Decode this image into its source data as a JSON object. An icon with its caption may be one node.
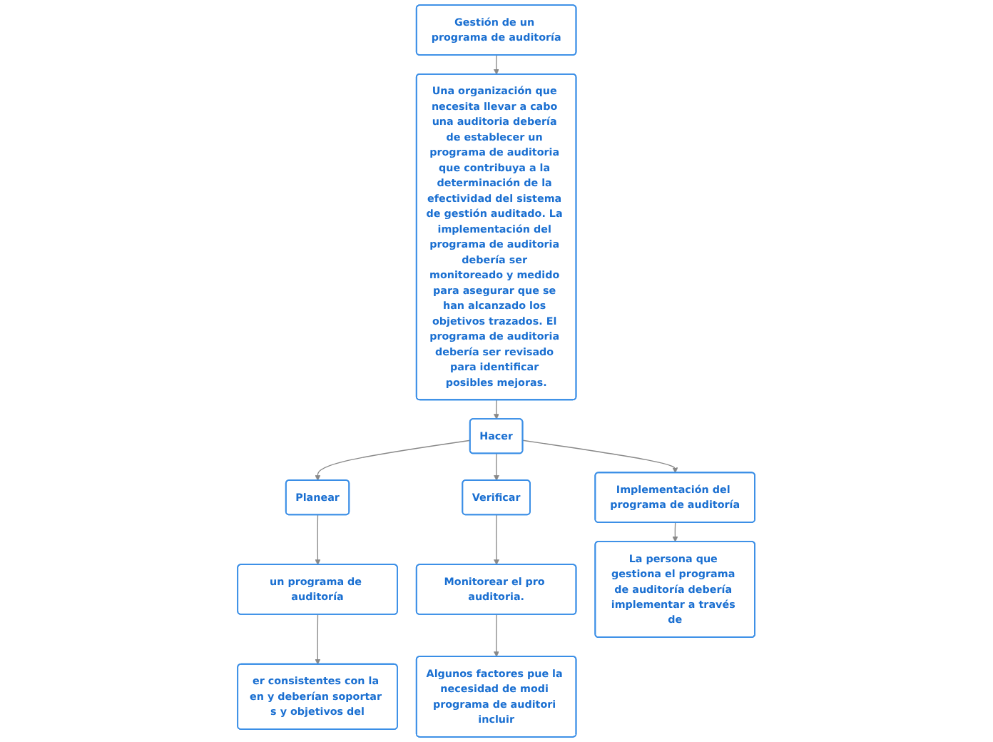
{
  "diagram": {
    "nodes": [
      {
        "text": [
          "Gestión de un programa de auditoría"
        ]
      },
      {
        "text": [
          "Una organización que necesita llevar a cabo una auditoria debería de establecer un programa de auditoria que contribuya a la determinación de la efectividad del sistema de gestión auditado. La implementación del programa de auditoria debería ser monitoreado y medido para asegurar que se han alcanzado los objetivos trazados. El programa de auditoria debería ser revisado para identificar posibles mejoras."
        ]
      },
      {
        "text": [
          "Planear"
        ]
      },
      {
        "text": [
          "Hacer"
        ]
      },
      {
        "text": [
          "Verificar"
        ]
      },
      {
        "text": [
          "un programa de auditoría"
        ]
      },
      {
        "text": [
          "Implementación del programa de auditoría"
        ]
      },
      {
        "text": [
          "Monitorear el pro auditoria."
        ]
      },
      {
        "text": [
          "er consistentes con la en y deberían soportar s y objetivos del"
        ]
      },
      {
        "text": [
          "La persona que gestiona el programa de auditoría debería implementar a través de"
        ]
      },
      {
        "text": [
          "Algunos factores pue la necesidad de modi programa de auditori incluir"
        ]
      }
    ],
    "edges": [
      {
        "from": 0,
        "to": 1,
        "arrow": "to"
      },
      {
        "from": 1,
        "to": 3,
        "arrow": "to"
      },
      {
        "from": 3,
        "to": 2,
        "arrow": "to"
      },
      {
        "from": 3,
        "to": 4,
        "arrow": "to"
      },
      {
        "from": 2,
        "to": 5,
        "arrow": "to"
      },
      {
        "from": 5,
        "to": 8,
        "arrow": "to"
      },
      {
        "from": 3,
        "to": 6,
        "arrow": "to"
      },
      {
        "from": 6,
        "to": 9,
        "arrow": "to"
      },
      {
        "from": 4,
        "to": 7,
        "arrow": "to"
      },
      {
        "from": 7,
        "to": 10,
        "arrow": "to"
      }
    ]
  }
}
